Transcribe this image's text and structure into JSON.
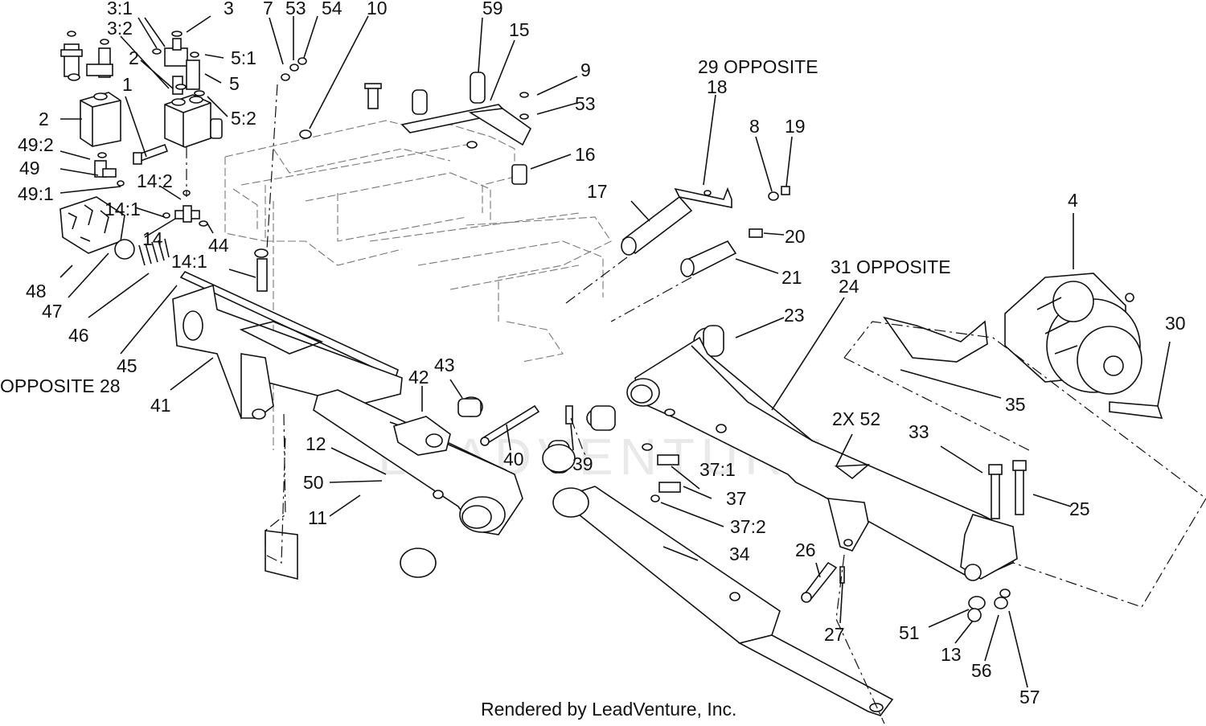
{
  "callouts": {
    "c3_1": "3:1",
    "c3": "3",
    "c7": "7",
    "c53a": "53",
    "c54": "54",
    "c10": "10",
    "c59": "59",
    "c3_2": "3:2",
    "c15": "15",
    "c2a": "2",
    "c5_1": "5:1",
    "c9": "9",
    "c1": "1",
    "c5": "5",
    "c53b": "53",
    "c2b": "2",
    "c5_2": "5:2",
    "c29opp": "29 OPPOSITE",
    "c18": "18",
    "c8": "8",
    "c19": "19",
    "c49_2": "49:2",
    "c16": "16",
    "c49": "49",
    "c14_2": "14:2",
    "c17": "17",
    "c49_1": "49:1",
    "c20": "20",
    "c14_1a": "14:1",
    "c14": "14",
    "c44": "44",
    "c4": "4",
    "c21": "21",
    "c31opp": "31 OPPOSITE",
    "c24": "24",
    "c14_1b": "14:1",
    "c48": "48",
    "c47": "47",
    "c23": "23",
    "c30": "30",
    "c46": "46",
    "c45": "45",
    "c43": "43",
    "c42": "42",
    "c28opp": "OPPOSITE 28",
    "c41": "41",
    "c35": "35",
    "c2x52": "2X 52",
    "c33": "33",
    "c12": "12",
    "c37_1": "37:1",
    "c40": "40",
    "c39": "39",
    "c50": "50",
    "c25": "25",
    "c37": "37",
    "c11": "11",
    "c37_2": "37:2",
    "c26": "26",
    "c34": "34",
    "c51": "51",
    "c27": "27",
    "c13": "13",
    "c56": "56",
    "c57": "57"
  },
  "footer": "Rendered by LeadVenture, Inc.",
  "watermark": "LEADVENTURE"
}
